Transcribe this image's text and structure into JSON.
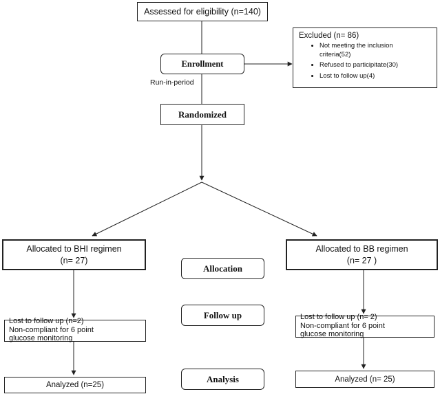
{
  "assessed": "Assessed for eligibility  (n=140)",
  "enrollment": "Enrollment",
  "run_in": "Run-in-period",
  "excluded": {
    "title": "Excluded  (n= 86)",
    "items": [
      "Not meeting the inclusion criteria(52)",
      "Refused to participitate(30)",
      "Lost to follow up(4)"
    ]
  },
  "randomized": "Randomized",
  "left_arm": {
    "allocated_line1": "Allocated to BHI regimen",
    "allocated_line2": "(n= 27)",
    "followup_line1": "Lost to follow up (n=2)",
    "followup_line2": "Non-compliant for 6 point",
    "followup_line3": "glucose monitoring",
    "analyzed": "Analyzed  (n=25)"
  },
  "right_arm": {
    "allocated_line1": "Allocated to BB regimen",
    "allocated_line2": "(n= 27 )",
    "followup_line1": "Lost to follow up  (n= 2)",
    "followup_line2": "Non-compliant for 6 point",
    "followup_line3": "glucose monitoring",
    "analyzed": "Analyzed  (n= 25)"
  },
  "stages": {
    "allocation": "Allocation",
    "follow_up": "Follow up",
    "analysis": "Analysis"
  }
}
